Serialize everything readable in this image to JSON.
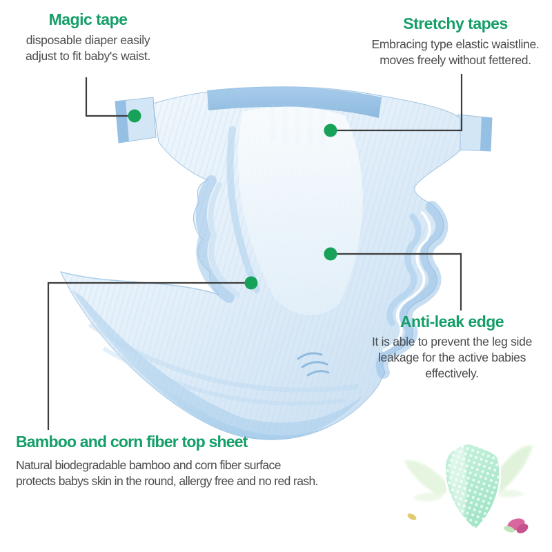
{
  "colors": {
    "heading_green": "#149e68",
    "marker_green": "#18a159",
    "connector_gray": "#3d3d3d",
    "body_text": "#4b4b4b",
    "diaper_light": "#edf5fc",
    "diaper_mid": "#b7d7f0",
    "diaper_deep": "#8db9e2",
    "shield_mint": "#b4ecd2",
    "wing_green": "#e0f3da",
    "petal_pink": "#d9679e",
    "petal_yellow": "#ddc75f"
  },
  "callouts": {
    "magic_tape": {
      "title": "Magic tape",
      "lines": [
        "disposable diaper easily",
        "adjust to fit baby's waist."
      ]
    },
    "stretchy_tapes": {
      "title": "Stretchy tapes",
      "lines": [
        "Embracing type elastic waistline.",
        "moves freely without fettered."
      ]
    },
    "anti_leak": {
      "title": "Anti-leak edge",
      "lines": [
        "It is able to prevent the leg side",
        "leakage for the active babies",
        "effectively."
      ]
    },
    "bamboo": {
      "title": "Bamboo and corn fiber top sheet",
      "lines": [
        "Natural biodegradable bamboo and corn fiber surface",
        "protects babys skin in the round, allergy free and no red rash."
      ]
    }
  },
  "illustration": {
    "product": "disposable baby diaper",
    "badge": "soft top sheet shield with feather wings"
  }
}
